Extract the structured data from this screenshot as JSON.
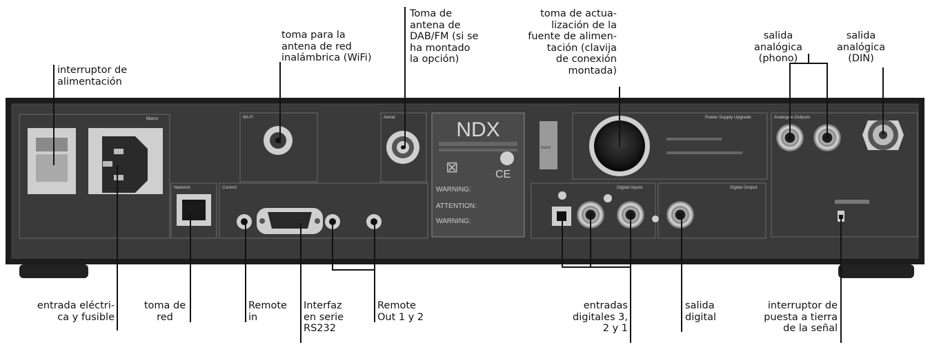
{
  "labels": {
    "power_switch": "interruptor de\nalimentación",
    "wifi_antenna": "toma para la\nantena de red\ninalámbrica (WiFi)",
    "dab_fm": "Toma de\nantena de\nDAB/FM (si se\nha montado\nla opción)",
    "psu_upgrade": "toma de actua-\nlización de la\nfuente de alimen-\ntación (clavija\nde conexión\nmontada)",
    "analog_phono": "salida\nanalógica\n(phono)",
    "analog_din": "salida\nanalógica\n(DIN)",
    "mains_input": "entrada eléctri-\nca y fusible",
    "network_socket": "toma de\nred",
    "remote_in": "Remote\nin",
    "rs232": "Interfaz\nen serie\nRS232",
    "remote_out": "Remote\nOut 1 y 2",
    "digital_inputs": "entradas\ndigitales 3,\n2 y 1",
    "digital_output": "salida\ndigital",
    "ground_switch": "interruptor de\npuesta a tierra\nde la señal"
  },
  "panel": {
    "brand": "NDX",
    "mains_section": "Mains",
    "wifi_section": "Wi-Fi",
    "aerial_section": "Aerial",
    "network_section": "Network",
    "control_section": "Control",
    "psu_section": "Power Supply Upgrade",
    "analogue_section": "Analogue Outputs",
    "digital_inputs_section": "Digital Inputs",
    "digital_output_section": "Digital Output",
    "blank_plate": "blank",
    "warning1": "WARNING:",
    "attention": "ATTENTION:",
    "warning2": "WARNING:",
    "colors": {
      "chassis": "#1f1f1f",
      "panel": "#3a3a3a",
      "section_line": "#6a6a6a",
      "silver": "#cfcfcf",
      "leader": "#111111"
    }
  }
}
